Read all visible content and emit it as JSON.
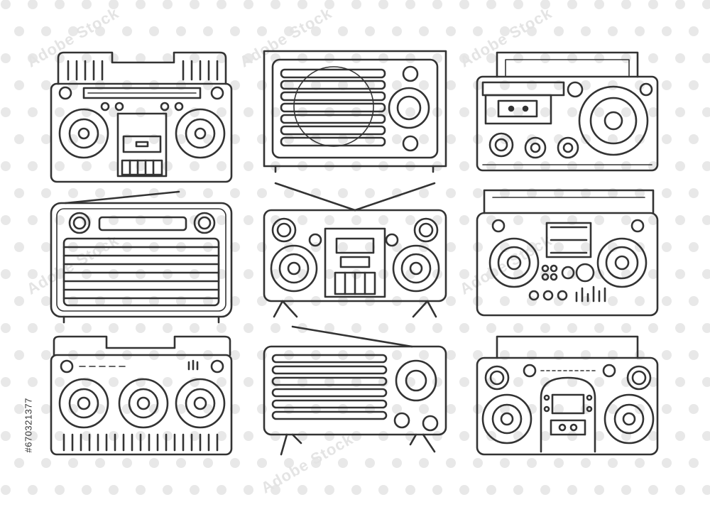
{
  "stock_id": "#670321377",
  "watermark": "Adobe Stock",
  "colors": {
    "background": "#ffffff",
    "dots": "#e8e8e8",
    "ink": "#333333"
  },
  "items": [
    {
      "name": "boombox-double-cassette",
      "icon": "boombox-icon"
    },
    {
      "name": "vintage-speaker-radio",
      "icon": "radio-icon"
    },
    {
      "name": "portable-cassette-radio",
      "icon": "cassette-radio-icon"
    },
    {
      "name": "retro-tube-radio",
      "icon": "radio-icon"
    },
    {
      "name": "antenna-stereo-cassette",
      "icon": "stereo-icon"
    },
    {
      "name": "boombox-equalizer",
      "icon": "boombox-icon"
    },
    {
      "name": "three-speaker-boombox",
      "icon": "speaker-icon"
    },
    {
      "name": "table-radio-legs",
      "icon": "radio-icon"
    },
    {
      "name": "boombox-center-deck",
      "icon": "boombox-icon"
    }
  ]
}
